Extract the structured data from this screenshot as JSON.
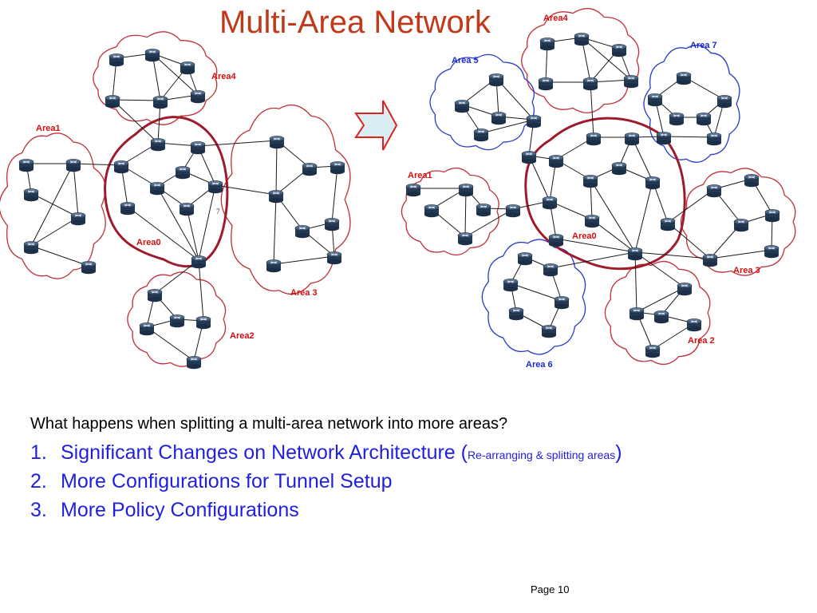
{
  "title": "Multi-Area Network",
  "question": "What happens when splitting a multi-area network into more areas?",
  "items": [
    {
      "num": "1.",
      "text": "Significant Changes on Network Architecture (",
      "note": "Re-arranging & splitting areas",
      "close": ")"
    },
    {
      "num": "2.",
      "text": "More Configurations for Tunnel Setup"
    },
    {
      "num": "3.",
      "text": "More Policy Configurations"
    }
  ],
  "page_label": "Page 10",
  "colors": {
    "title": "#c0391b",
    "red_label": "#d01010",
    "blue_label": "#1a2bcc",
    "area0_ring": "#9e1b2c",
    "router": "#34506e"
  },
  "left_diagram": {
    "labels": {
      "area4": "Area4",
      "area1": "Area1",
      "area0": "Area0",
      "area3": "Area 3",
      "area2": "Area2",
      "marker": "7"
    }
  },
  "right_diagram": {
    "labels": {
      "area4": "Area4",
      "area7": "Area 7",
      "area5": "Area 5",
      "area1": "Area1",
      "area0": "Area0",
      "area3": "Area 3",
      "area2": "Area 2",
      "area6": "Area 6"
    }
  }
}
